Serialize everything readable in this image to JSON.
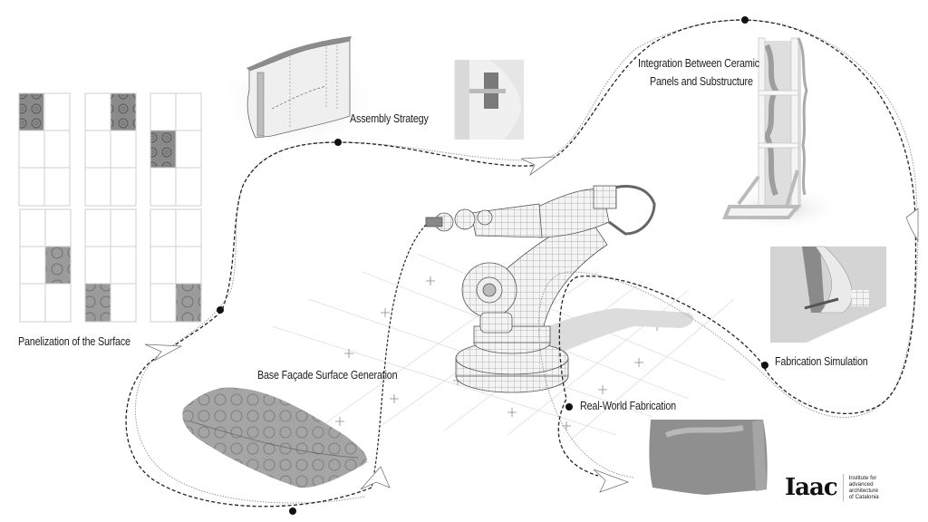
{
  "diagram": {
    "title": "Robotic ceramic façade fabrication workflow",
    "stages": [
      {
        "id": "panelization",
        "label": "Panelization of the Surface"
      },
      {
        "id": "assembly",
        "label": "Assembly Strategy"
      },
      {
        "id": "integration",
        "label_line1": "Integration Between Ceramic",
        "label_line2": "Panels and Substructure"
      },
      {
        "id": "fabrication-simulation",
        "label": "Fabrication Simulation"
      },
      {
        "id": "real-world-fabrication",
        "label": "Real-World Fabrication"
      },
      {
        "id": "base-surface",
        "label": "Base Façade Surface Generation"
      }
    ],
    "panel_grids": [
      {
        "highlight": "row1-col1"
      },
      {
        "highlight": "row1-col2"
      },
      {
        "highlight": "row2-col1"
      },
      {
        "highlight": "row2-col2"
      },
      {
        "highlight": "row3-col1"
      },
      {
        "highlight": "row3-col2"
      }
    ],
    "colors": {
      "path": "#222222",
      "path_dotted": "#9a9a9a",
      "panel_fill": "#7a7a7a",
      "grid_line": "#cfcfcf",
      "render_gray": "#cccccc"
    }
  },
  "logo": {
    "mark": "Iaac",
    "line1": "Institute for",
    "line2": "advanced",
    "line3": "architecture",
    "line4": "of Catalonia"
  }
}
